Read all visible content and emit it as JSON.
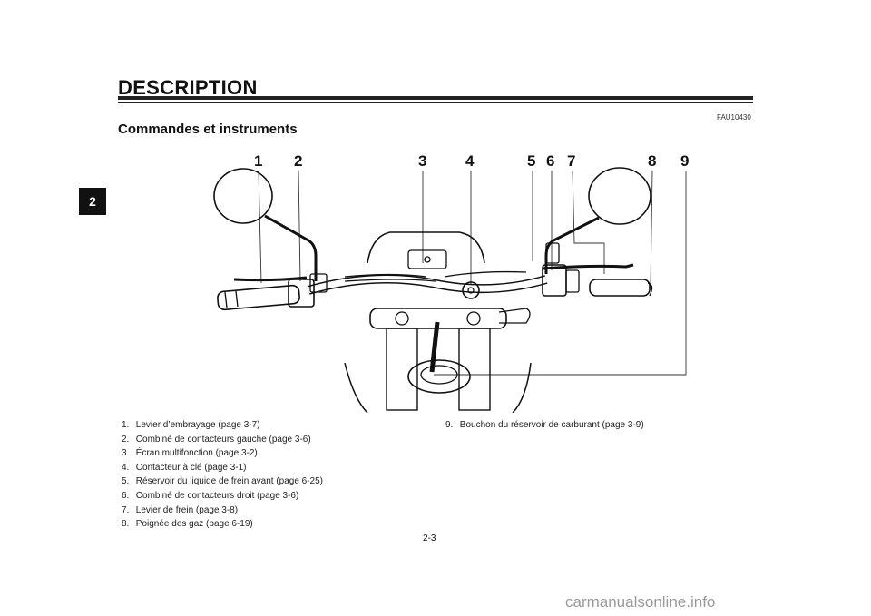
{
  "header": {
    "title": "DESCRIPTION",
    "section_tab": "2",
    "doc_code": "FAU10430"
  },
  "section": {
    "title": "Commandes et instruments"
  },
  "diagram": {
    "callouts": [
      "1",
      "2",
      "3",
      "4",
      "5",
      "6",
      "7",
      "8",
      "9"
    ]
  },
  "legend": {
    "left": [
      {
        "num": "1.",
        "text": "Levier d’embrayage (page 3-7)"
      },
      {
        "num": "2.",
        "text": "Combiné de contacteurs gauche (page 3-6)"
      },
      {
        "num": "3.",
        "text": "Écran multifonction (page 3-2)"
      },
      {
        "num": "4.",
        "text": "Contacteur à clé (page 3-1)"
      },
      {
        "num": "5.",
        "text": "Réservoir du liquide de frein avant (page 6-25)"
      },
      {
        "num": "6.",
        "text": "Combiné de contacteurs droit (page 3-6)"
      },
      {
        "num": "7.",
        "text": "Levier de frein (page 3-8)"
      },
      {
        "num": "8.",
        "text": "Poignée des gaz (page 6-19)"
      }
    ],
    "right": [
      {
        "num": "9.",
        "text": "Bouchon du réservoir de carburant (page 3-9)"
      }
    ]
  },
  "footer": {
    "page_number": "2-3",
    "watermark": "carmanualsonline.info"
  }
}
